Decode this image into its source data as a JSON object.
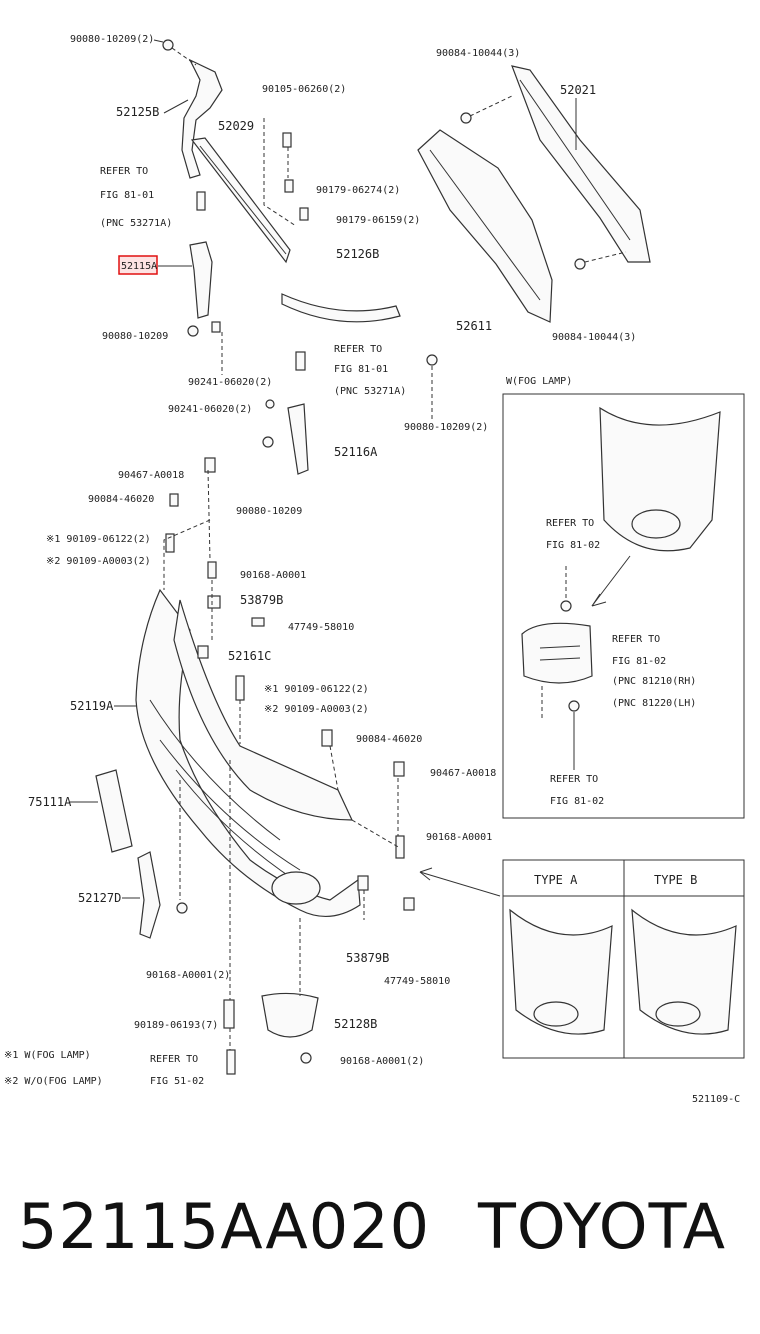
{
  "labels": {
    "l_90080_10209_2_top": "90080-10209(2)",
    "l_52125B": "52125B",
    "l_52029": "52029",
    "l_90105_06260": "90105-06260(2)",
    "l_refer_fig8101_a1": "REFER TO",
    "l_refer_fig8101_a2": "FIG 81-01",
    "l_refer_fig8101_a3": "(PNC 53271A)",
    "l_90179_06274": "90179-06274(2)",
    "l_90179_06159": "90179-06159(2)",
    "l_52115A": "52115A",
    "l_52126B": "52126B",
    "l_90080_10209_left": "90080-10209",
    "l_refer_fig8101_b1": "REFER TO",
    "l_refer_fig8101_b2": "FIG 81-01",
    "l_refer_fig8101_b3": "(PNC 53271A)",
    "l_90241_06020_a": "90241-06020(2)",
    "l_90241_06020_b": "90241-06020(2)",
    "l_90080_10209_2_mid": "90080-10209(2)",
    "l_52116A": "52116A",
    "l_90080_10209_low": "90080-10209",
    "l_90084_10044_top": "90084-10044(3)",
    "l_52021": "52021",
    "l_52611": "52611",
    "l_90084_10044_bot": "90084-10044(3)",
    "l_wfog": "W(FOG LAMP)",
    "l_refer_fig8102_1a": "REFER TO",
    "l_refer_fig8102_1b": "FIG 81-02",
    "l_refer_fig8102_2a": "REFER TO",
    "l_refer_fig8102_2b": "FIG 81-02",
    "l_pnc_81210": "(PNC 81210(RH)",
    "l_pnc_81220": "(PNC 81220(LH)",
    "l_refer_fig8102_3a": "REFER TO",
    "l_refer_fig8102_3b": "FIG 81-02",
    "l_90467_A0018_a": "90467-A0018",
    "l_90084_46020_a": "90084-46020",
    "l_note1_90109": "※1 90109-06122(2)",
    "l_note2_90109": "※2 90109-A0003(2)",
    "l_90168_A0001_a": "90168-A0001",
    "l_53879B_a": "53879B",
    "l_47749_58010_a": "47749-58010",
    "l_52161C": "52161C",
    "l_note1_90109_b": "※1 90109-06122(2)",
    "l_note2_90109_b": "※2 90109-A0003(2)",
    "l_52119A": "52119A",
    "l_90084_46020_b": "90084-46020",
    "l_90467_A0018_b": "90467-A0018",
    "l_75111A": "75111A",
    "l_90168_A0001_b": "90168-A0001",
    "l_52127D": "52127D",
    "l_53879B_b": "53879B",
    "l_47749_58010_b": "47749-58010",
    "l_90168_A0001_2": "90168-A0001(2)",
    "l_90189_06193": "90189-06193(7)",
    "l_52128B": "52128B",
    "l_90168_A0001_2b": "90168-A0001(2)",
    "l_legend1": "※1 W(FOG LAMP)",
    "l_legend2": "※2 W/O(FOG LAMP)",
    "l_refer_fig5102_a": "REFER TO",
    "l_refer_fig5102_b": "FIG 51-02",
    "l_type_a": "TYPE A",
    "l_type_b": "TYPE B",
    "l_fig_code": "521109-C"
  },
  "highlight_color": "#e01010",
  "footer": {
    "part_number": "52115AA020",
    "brand": "TOYOTA"
  }
}
